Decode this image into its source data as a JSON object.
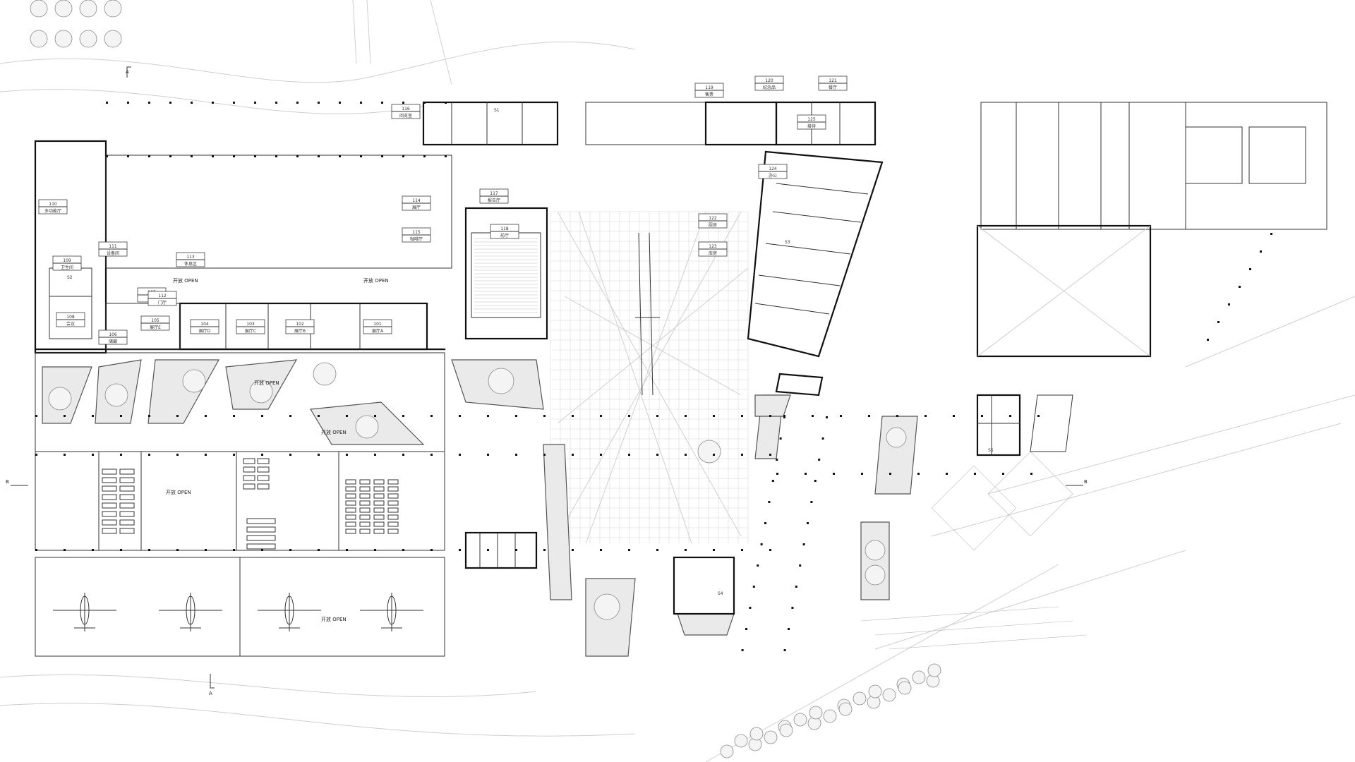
{
  "plan": {
    "room_tags": [
      {
        "code": "101",
        "name": "展厅A"
      },
      {
        "code": "102",
        "name": "展厅B"
      },
      {
        "code": "103",
        "name": "展厅C"
      },
      {
        "code": "104",
        "name": "展厅D"
      },
      {
        "code": "105",
        "name": "展厅E"
      },
      {
        "code": "106",
        "name": "储藏"
      },
      {
        "code": "107",
        "name": "办公"
      },
      {
        "code": "108",
        "name": "会议"
      },
      {
        "code": "109",
        "name": "卫生间"
      },
      {
        "code": "110",
        "name": "多功能厅"
      },
      {
        "code": "111",
        "name": "设备间"
      },
      {
        "code": "112",
        "name": "门厅"
      },
      {
        "code": "113",
        "name": "休息区"
      },
      {
        "code": "114",
        "name": "展厅"
      },
      {
        "code": "115",
        "name": "咖啡厅"
      },
      {
        "code": "116",
        "name": "阅览室"
      },
      {
        "code": "117",
        "name": "报告厅"
      },
      {
        "code": "118",
        "name": "前厅"
      },
      {
        "code": "119",
        "name": "售票"
      },
      {
        "code": "120",
        "name": "纪念品"
      },
      {
        "code": "121",
        "name": "餐厅"
      },
      {
        "code": "122",
        "name": "厨房"
      },
      {
        "code": "123",
        "name": "库房"
      },
      {
        "code": "124",
        "name": "办公"
      },
      {
        "code": "125",
        "name": "接待"
      }
    ],
    "open_labels": [
      "开放 OPEN",
      "开放 OPEN",
      "开放 OPEN",
      "开放 OPEN",
      "开放 OPEN",
      "开放 OPEN"
    ],
    "stair_labels": [
      "S1",
      "S2",
      "S3",
      "S4",
      "S5"
    ],
    "section_markers": [
      "A",
      "A",
      "B",
      "B"
    ]
  }
}
